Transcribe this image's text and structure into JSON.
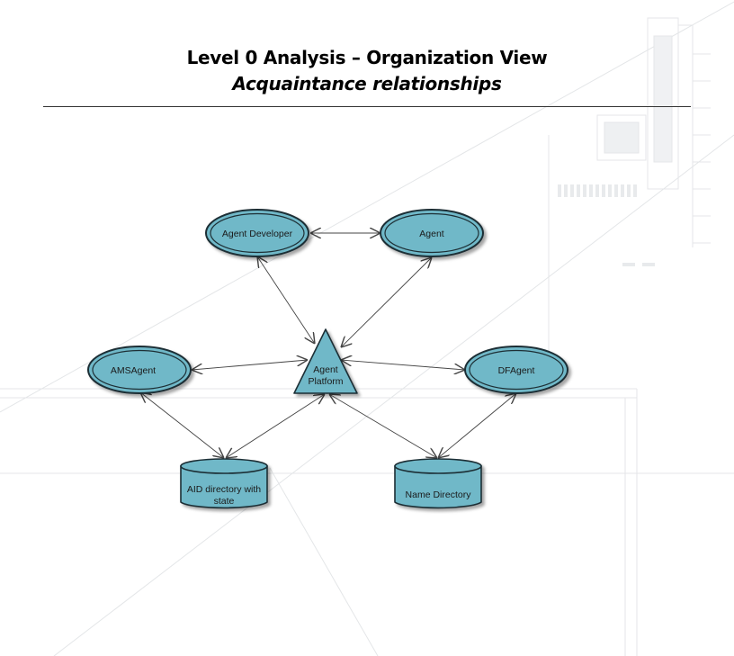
{
  "header": {
    "title": "Level 0 Analysis – Organization View",
    "subtitle": "Acquaintance relationships"
  },
  "colors": {
    "node_fill": "#6fb8c8",
    "node_stroke": "#1d2f35",
    "edge": "#444444"
  },
  "nodes": {
    "agent_developer": {
      "label": "Agent Developer"
    },
    "agent": {
      "label": "Agent"
    },
    "ams_agent": {
      "label": "AMSAgent"
    },
    "agent_platform": {
      "label_line1": "Agent",
      "label_line2": "Platform"
    },
    "df_agent": {
      "label": "DFAgent"
    },
    "aid_directory": {
      "label_line1": "AID directory with",
      "label_line2": "state"
    },
    "name_directory": {
      "label": "Name Directory"
    }
  }
}
